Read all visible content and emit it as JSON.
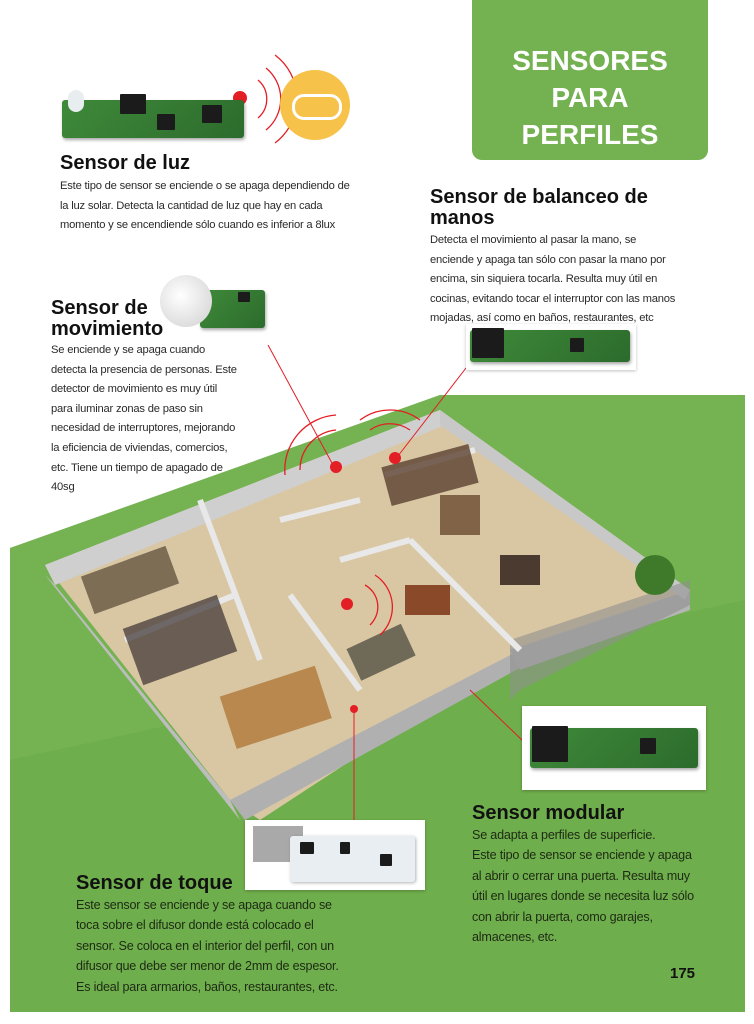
{
  "title": [
    "SENSORES",
    "PARA",
    "PERFILES"
  ],
  "page_number": "175",
  "accent_color": "#74b151",
  "marker_color": "#e31e24",
  "sections": {
    "luz": {
      "heading": "Sensor de luz",
      "lines": [
        "Este tipo de sensor se enciende o se apaga dependiendo de",
        "la luz solar. Detecta la cantidad de luz que hay en cada",
        "momento y se encendiende sólo cuando es inferior a 8lux"
      ]
    },
    "balanceo": {
      "heading": [
        "Sensor de balanceo de",
        "manos"
      ],
      "lines": [
        "Detecta el movimiento al pasar la mano, se",
        "enciende y apaga  tan sólo con pasar la mano por",
        "encima, sin siquiera tocarla. Resulta muy útil en",
        "cocinas, evitando tocar el interruptor con las manos",
        "mojadas, así como en  baños, restaurantes, etc"
      ]
    },
    "movimiento": {
      "heading": [
        "Sensor de",
        "movimiento"
      ],
      "lines": [
        "Se enciende y se apaga cuando",
        "detecta la presencia de personas. Este",
        "detector de movimiento es muy útil",
        "para iluminar zonas de paso sin",
        "necesidad  de interruptores, mejorando",
        "la eficiencia de viviendas, comercios,",
        "etc. Tiene un tiempo de apagado de",
        "40sg"
      ]
    },
    "modular": {
      "heading": "Sensor modular",
      "lines": [
        "Se adapta a perfiles de superficie.",
        "Este tipo de sensor se enciende y apaga",
        "al abrir o cerrar una puerta. Resulta muy",
        "útil en lugares donde se necesita luz sólo",
        "con abrir la puerta, como garajes,",
        "almacenes, etc."
      ]
    },
    "toque": {
      "heading": "Sensor de toque",
      "lines": [
        "Este sensor se enciende y se apaga cuando se",
        "toca sobre el difusor donde está colocado el",
        "sensor. Se coloca en el interior del perfil, con un",
        "difusor que debe ser menor de 2mm de espesor.",
        "Es ideal para armarios, baños, restaurantes, etc."
      ]
    }
  }
}
